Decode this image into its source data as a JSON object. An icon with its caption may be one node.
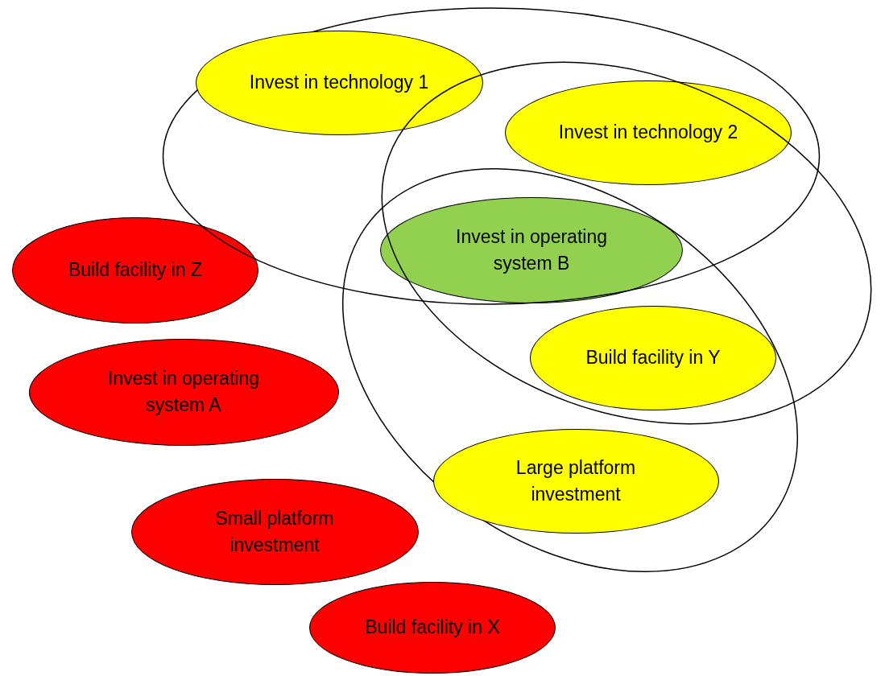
{
  "diagram": {
    "nodes": [
      {
        "text": [],
        "shape": "ellipse"
      },
      {
        "text": [],
        "shape": "ellipse"
      },
      {
        "text": [],
        "shape": "ellipse"
      },
      {
        "text": [
          "Invest in technology 1"
        ],
        "in": 0
      },
      {
        "text": [
          "Invest in technology 2"
        ]
      },
      {
        "text": [
          "Build facility in Z"
        ]
      },
      {
        "text": [
          "Invest in operating system B"
        ]
      },
      {
        "text": [
          "Build facility in Y"
        ]
      },
      {
        "text": [
          "Invest in operating system A"
        ]
      },
      {
        "text": [
          "Large platform investment"
        ],
        "in": 2
      },
      {
        "text": [
          "Small platform investment"
        ]
      },
      {
        "text": [
          "Build facility in X"
        ]
      }
    ]
  }
}
